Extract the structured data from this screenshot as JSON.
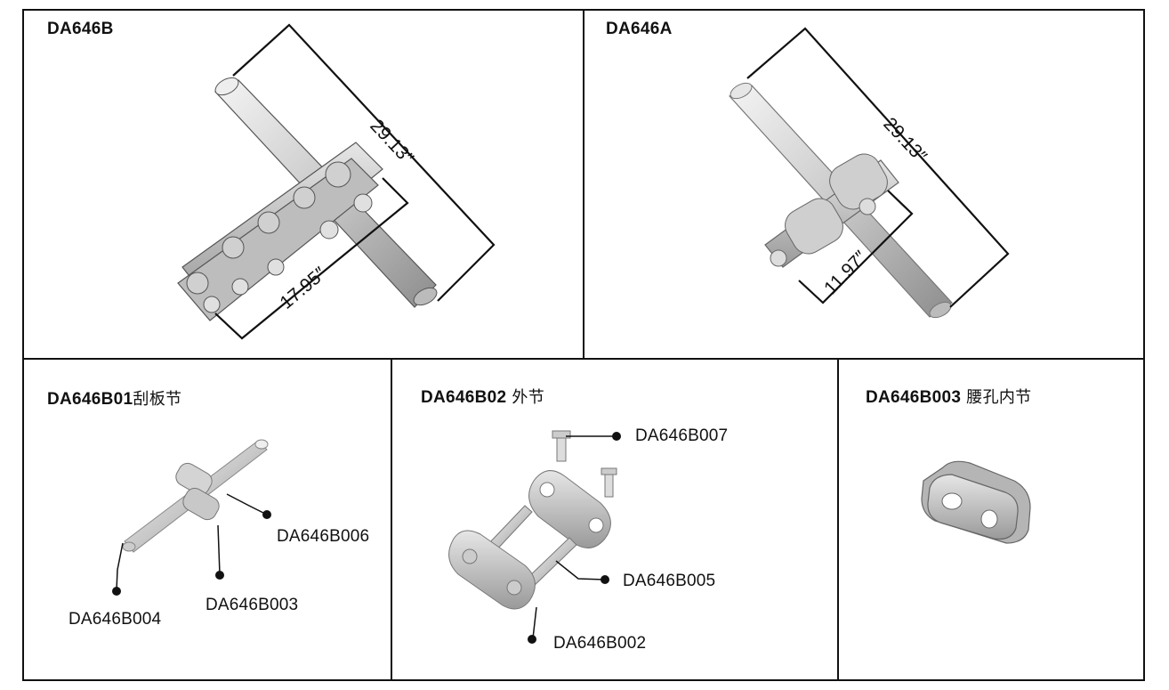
{
  "panels": {
    "da646b": {
      "title": "DA646B",
      "dim_long": "29.13″",
      "dim_short": "17.95″"
    },
    "da646a": {
      "title": "DA646A",
      "dim_long": "29.13″",
      "dim_short": "11.97″"
    },
    "b01": {
      "title": "DA646B01",
      "subtitle": "刮板节",
      "callouts": {
        "b006": "DA646B006",
        "b003": "DA646B003",
        "b004": "DA646B004"
      }
    },
    "b02": {
      "title": "DA646B02",
      "subtitle": " 外节",
      "callouts": {
        "b007": "DA646B007",
        "b005": "DA646B005",
        "b002": "DA646B002"
      }
    },
    "b003": {
      "title": "DA646B003",
      "subtitle": " 腰孔内节"
    }
  }
}
